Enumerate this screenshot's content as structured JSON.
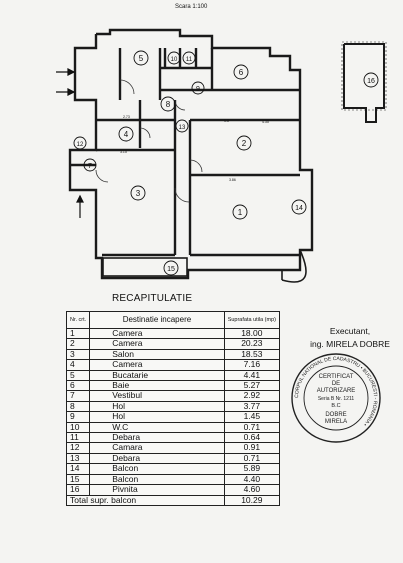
{
  "recap_title": "RECAPITULATIE",
  "table": {
    "headers": {
      "nr": "Nr. crt.",
      "dest": "Destinatie incapere",
      "val": "Suprafata utila (mp)"
    },
    "rows": [
      {
        "nr": "1",
        "dest": "Camera",
        "val": "18.00"
      },
      {
        "nr": "2",
        "dest": "Camera",
        "val": "20.23"
      },
      {
        "nr": "3",
        "dest": "Salon",
        "val": "18.53"
      },
      {
        "nr": "4",
        "dest": "Camera",
        "val": "7.16"
      },
      {
        "nr": "5",
        "dest": "Bucatarie",
        "val": "4.41"
      },
      {
        "nr": "6",
        "dest": "Baie",
        "val": "5.27"
      },
      {
        "nr": "7",
        "dest": "Vestibul",
        "val": "2.92"
      },
      {
        "nr": "8",
        "dest": "Hol",
        "val": "3.77"
      },
      {
        "nr": "9",
        "dest": "Hol",
        "val": "1.45"
      },
      {
        "nr": "10",
        "dest": "W.C",
        "val": "0.71"
      },
      {
        "nr": "11",
        "dest": "Debara",
        "val": "0.64"
      },
      {
        "nr": "12",
        "dest": "Camara",
        "val": "0.91"
      },
      {
        "nr": "13",
        "dest": "Debara",
        "val": "0.71"
      },
      {
        "nr": "14",
        "dest": "Balcon",
        "val": "5.89"
      },
      {
        "nr": "15",
        "dest": "Balcon",
        "val": "4.40"
      },
      {
        "nr": "16",
        "dest": "Pivnita",
        "val": "4.60"
      }
    ],
    "total_label": "Total supr. balcon",
    "total_value": "10.29"
  },
  "executant": {
    "label": "Executant,",
    "name": "ing. MIRELA DOBRE"
  },
  "stamp": {
    "ring_text": "CORPUL NATIONAL DE CADASTRU • BUCURESTI - ROMANIA •",
    "line1": "CERTIFICAT",
    "line2": "DE",
    "line3": "AUTORIZARE",
    "series": "Seria B Nr. 1211",
    "cls": "B.C",
    "name1": "DOBRE",
    "name2": "MIRELA"
  },
  "plan": {
    "room_labels": [
      "1",
      "2",
      "3",
      "4",
      "5",
      "6",
      "7",
      "8",
      "9",
      "10",
      "11",
      "12",
      "13",
      "14",
      "15",
      "16"
    ],
    "heading": "Scara 1:100"
  }
}
